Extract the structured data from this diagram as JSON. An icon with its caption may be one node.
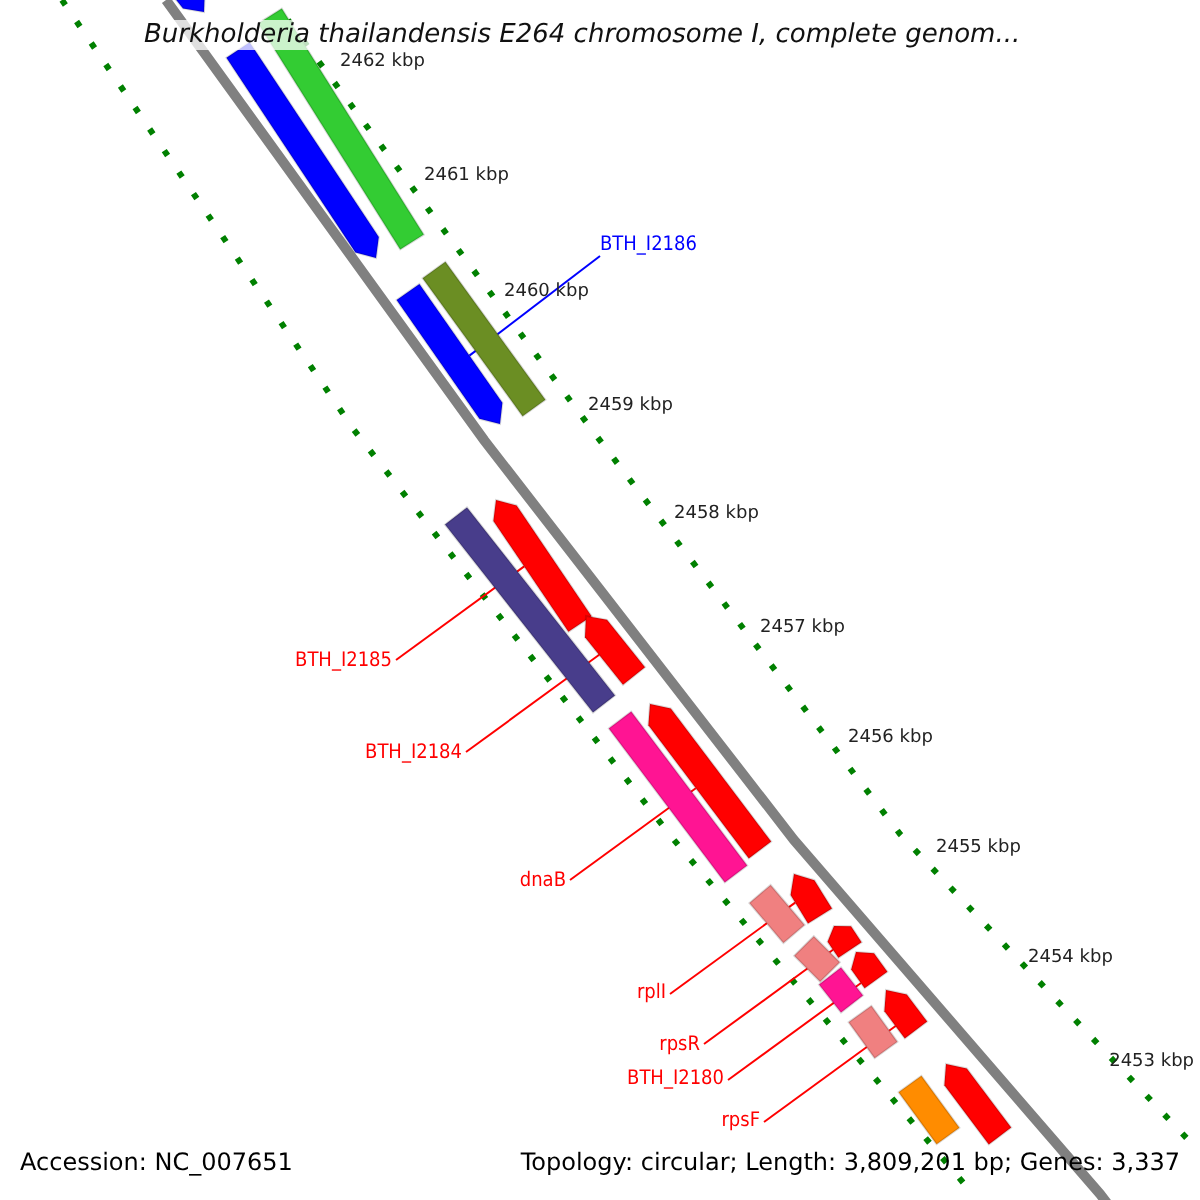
{
  "diagram": {
    "title": "Burkholderia thailandensis E264 chromosome I, complete genom...",
    "nodes": [
      {
        "text": [],
        "shape": "bar"
      },
      {
        "text": [],
        "shape": "bar"
      },
      {
        "text": [],
        "shape": "bar"
      },
      {
        "text": [
          "BTH_I2186"
        ]
      },
      {
        "text": [],
        "shape": "bar"
      },
      {
        "text": [],
        "shape": "bar"
      },
      {
        "text": [],
        "shape": "bar"
      },
      {
        "text": [],
        "shape": "bar"
      },
      {
        "text": [],
        "shape": "bar"
      },
      {
        "text": [
          "BTH_I2185"
        ]
      },
      {
        "text": [],
        "shape": "bar"
      },
      {
        "text": [],
        "shape": "bar"
      },
      {
        "text": [
          "BTH_I2184"
        ]
      },
      {
        "text": [],
        "shape": "bar"
      },
      {
        "text": [],
        "shape": "bar"
      },
      {
        "text": [
          "dnaB"
        ]
      },
      {
        "text": [],
        "shape": "bar"
      },
      {
        "text": [],
        "shape": "bar"
      },
      {
        "text": [],
        "shape": "bar"
      },
      {
        "text": [],
        "shape": "bar"
      },
      {
        "text": [],
        "shape": "bar"
      },
      {
        "text": [],
        "shape": "bar"
      },
      {
        "text": [
          "rplI"
        ]
      },
      {
        "text": [
          "rpsR"
        ]
      },
      {
        "text": [
          "BTH_I2180"
        ]
      },
      {
        "text": [],
        "shape": "bar"
      },
      {
        "text": [],
        "shape": "bar"
      },
      {
        "text": [
          "rpsF"
        ]
      }
    ],
    "edges": [
      {
        "from": 3,
        "to": 5,
        "arrow": "none",
        "color": "#0000ff"
      },
      {
        "from": 9,
        "to": 6,
        "arrow": "none"
      },
      {
        "from": 12,
        "to": 8,
        "arrow": "none"
      },
      {
        "from": 15,
        "to": 10,
        "arrow": "none"
      },
      {
        "from": 22,
        "to": 13,
        "arrow": "none"
      },
      {
        "from": 23,
        "to": 16,
        "arrow": "none"
      },
      {
        "from": 24,
        "to": 18,
        "arrow": "none"
      },
      {
        "from": 27,
        "to": 20,
        "arrow": "none"
      }
    ],
    "labels": [
      "2462 kbp",
      "2461 kbp",
      "2460 kbp",
      "2459 kbp",
      "2458 kbp",
      "2457 kbp",
      "2456 kbp",
      "2455 kbp",
      "2454 kbp",
      "2453 kbp",
      "Accession: NC_007651",
      "Topology: circular; Length: 3,809,201 bp; Genes: 3,337"
    ]
  }
}
